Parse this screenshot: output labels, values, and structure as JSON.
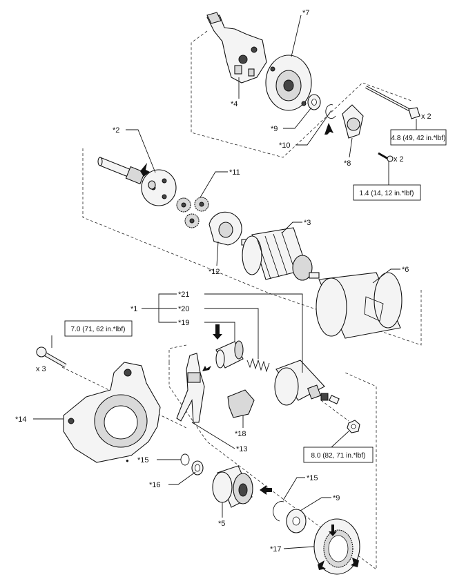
{
  "labels": {
    "p1": "*1",
    "p2": "*2",
    "p3": "*3",
    "p4": "*4",
    "p5": "*5",
    "p6": "*6",
    "p7": "*7",
    "p8": "*8",
    "p9a": "*9",
    "p9b": "*9",
    "p10": "*10",
    "p11": "*11",
    "p12": "*12",
    "p13": "*13",
    "p14": "*14",
    "p15a": "*15",
    "p15b": "*15",
    "p16": "*16",
    "p17": "*17",
    "p18": "*18",
    "p19": "*19",
    "p20": "*20",
    "p21": "*21"
  },
  "torque": {
    "t1": "4.8 (49, 42 in.*lbf)",
    "t2": "1.4 (14, 12 in.*lbf)",
    "t3": "7.0 (71, 62 in.*lbf)",
    "t4": "8.0 (82, 71 in.*lbf)"
  },
  "multipliers": {
    "m1": "x 2",
    "m2": "x 2",
    "m3": "x 3"
  },
  "markers": {
    "dot": "●"
  }
}
